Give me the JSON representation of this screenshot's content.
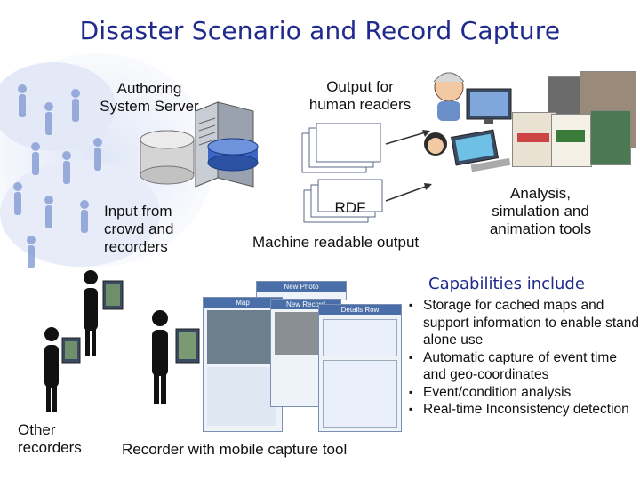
{
  "title": "Disaster Scenario and Record Capture",
  "authoring_server_label": "Authoring\nSystem Server",
  "output_human_label": "Output for\nhuman readers",
  "input_label": "Input from\ncrowd and\nrecorders",
  "rdf_label": "RDF",
  "machine_output_label": "Machine readable output",
  "analysis_label": "Analysis,\nsimulation and\nanimation tools",
  "capabilities": {
    "heading": "Capabilities include",
    "items": [
      "Storage for cached maps and support information to enable stand alone use",
      "Automatic capture of event time and geo-coordinates",
      "Event/condition analysis",
      "Real-time Inconsistency detection"
    ]
  },
  "other_recorders_label": "Other\nrecorders",
  "recorder_tool_label": "Recorder with mobile capture tool",
  "mockup": {
    "panel_new_photo": "New Photo",
    "panel_map": "Map",
    "panel_details": "Details Row",
    "panel_record": "New Record"
  },
  "colors": {
    "title": "#1f2a8c",
    "cloud": "#c9d4ee",
    "crowd": "#8aa0d6",
    "database": "#3b66c4",
    "doc_border": "#5a6a88"
  }
}
